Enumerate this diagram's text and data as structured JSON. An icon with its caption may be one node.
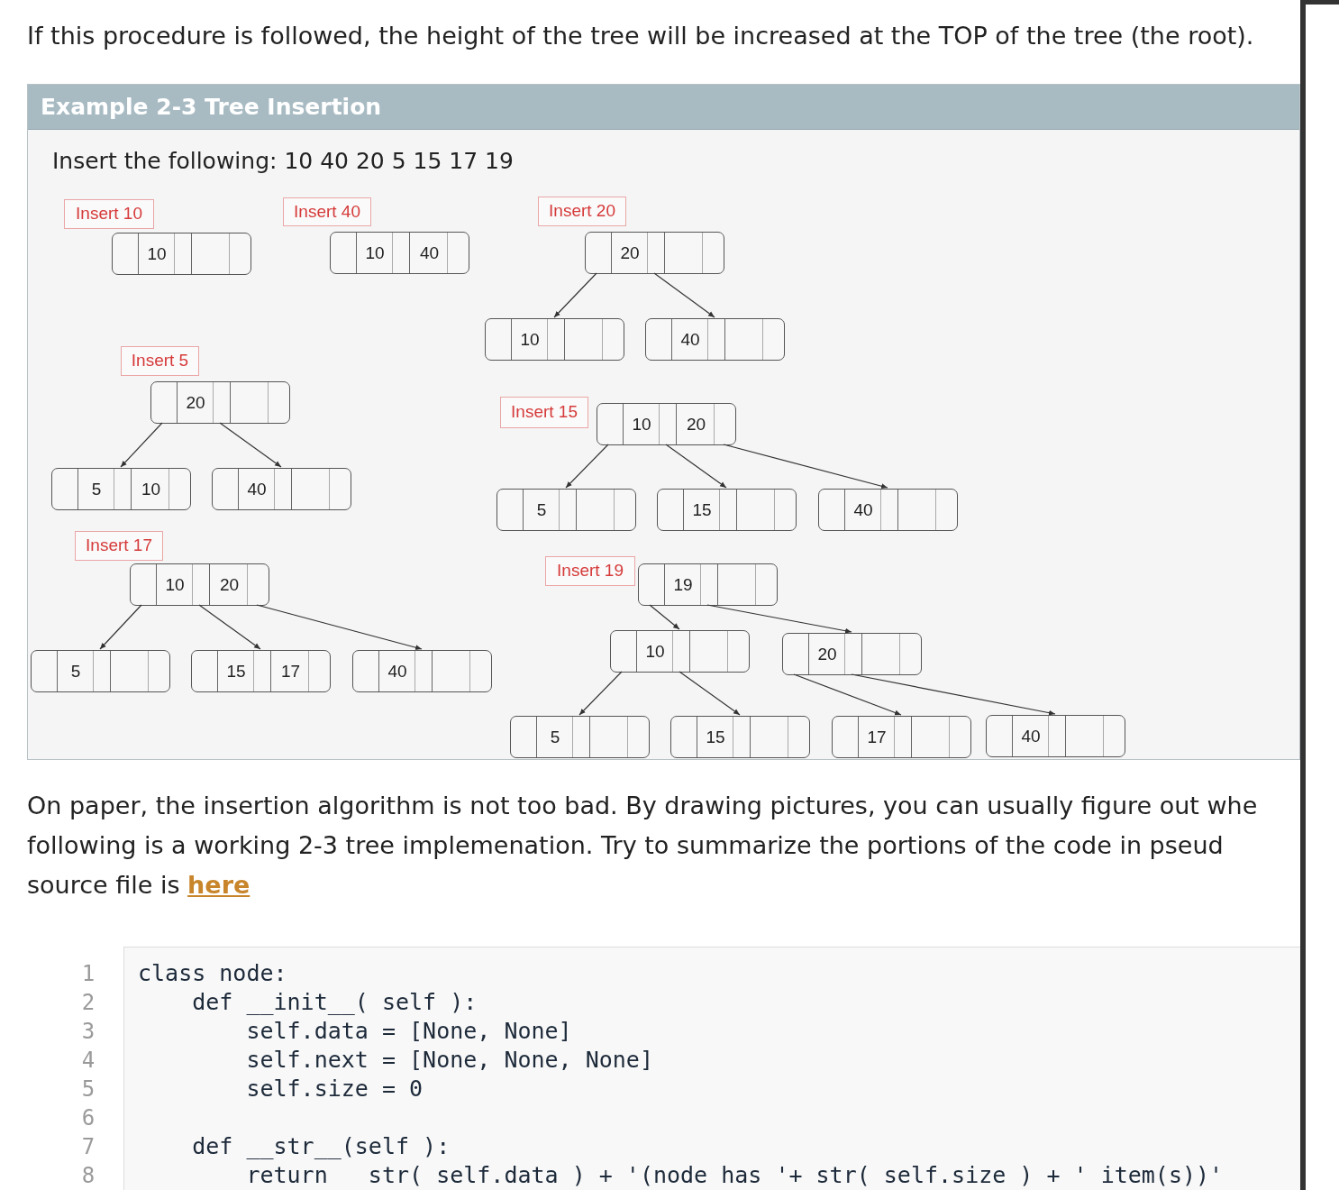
{
  "diagram": {
    "nodes": [
      {
        "text": [
          "Example 2-3 Tree Insertion",
          "Insert the following: 10 40 20 5 15 17 19"
        ]
      },
      {
        "text": [
          "Insert 10"
        ],
        "in": 0
      },
      {
        "text": [
          "10"
        ],
        "in": 0
      },
      {
        "text": [
          "Insert 40"
        ],
        "in": 0
      },
      {
        "text": [
          "10",
          "40"
        ],
        "in": 0
      },
      {
        "text": [
          "Insert 20"
        ],
        "in": 0
      },
      {
        "text": [
          "20"
        ],
        "in": 0
      },
      {
        "text": [
          "10"
        ],
        "in": 0
      },
      {
        "text": [
          "40"
        ],
        "in": 0
      },
      {
        "text": [
          "Insert 5"
        ],
        "in": 0
      },
      {
        "text": [
          "20"
        ],
        "in": 0
      },
      {
        "text": [
          "5",
          "10"
        ],
        "in": 0
      },
      {
        "text": [
          "40"
        ],
        "in": 0
      },
      {
        "text": [
          "Insert 15"
        ],
        "in": 0
      },
      {
        "text": [
          "10",
          "20"
        ],
        "in": 0
      },
      {
        "text": [
          "5"
        ],
        "in": 0
      },
      {
        "text": [
          "15"
        ],
        "in": 0
      },
      {
        "text": [
          "40"
        ],
        "in": 0
      },
      {
        "text": [
          "Insert 17"
        ],
        "in": 0
      },
      {
        "text": [
          "10",
          "20"
        ],
        "in": 0
      },
      {
        "text": [
          "5"
        ],
        "in": 0
      },
      {
        "text": [
          "15",
          "17"
        ],
        "in": 0
      },
      {
        "text": [
          "40"
        ],
        "in": 0
      },
      {
        "text": [
          "Insert 19"
        ],
        "in": 0
      },
      {
        "text": [
          "19"
        ],
        "in": 0
      },
      {
        "text": [
          "10"
        ],
        "in": 0
      },
      {
        "text": [
          "20"
        ],
        "in": 0
      },
      {
        "text": [
          "5"
        ],
        "in": 0
      },
      {
        "text": [
          "15"
        ],
        "in": 0
      },
      {
        "text": [
          "17"
        ],
        "in": 0
      },
      {
        "text": [
          "40"
        ],
        "in": 0
      }
    ],
    "edges": [
      {
        "from": 6,
        "to": 7,
        "arrow": "to"
      },
      {
        "from": 6,
        "to": 8,
        "arrow": "to"
      },
      {
        "from": 10,
        "to": 11,
        "arrow": "to"
      },
      {
        "from": 10,
        "to": 12,
        "arrow": "to"
      },
      {
        "from": 14,
        "to": 15,
        "arrow": "to"
      },
      {
        "from": 14,
        "to": 16,
        "arrow": "to"
      },
      {
        "from": 14,
        "to": 17,
        "arrow": "to"
      },
      {
        "from": 19,
        "to": 20,
        "arrow": "to"
      },
      {
        "from": 19,
        "to": 21,
        "arrow": "to"
      },
      {
        "from": 19,
        "to": 22,
        "arrow": "to"
      },
      {
        "from": 24,
        "to": 25,
        "arrow": "to"
      },
      {
        "from": 24,
        "to": 26,
        "arrow": "to"
      },
      {
        "from": 25,
        "to": 27,
        "arrow": "to"
      },
      {
        "from": 25,
        "to": 28,
        "arrow": "to"
      },
      {
        "from": 26,
        "to": 29,
        "arrow": "to"
      },
      {
        "from": 26,
        "to": 30,
        "arrow": "to"
      }
    ],
    "labels": [
      "If this procedure is followed, the height of the tree will be increased at the TOP of the tree (the root).",
      "On paper, the insertion algorithm is not too bad. By drawing pictures, you can usually figure out whe following is a working 2-3 tree implemenation. Try to summarize the portions of the code in pseud source file is",
      "here",
      "1",
      "2",
      "3",
      "4",
      "5",
      "6",
      "7",
      "8",
      "class node:",
      "    def __init__( self ):",
      "        self.data = [None, None]",
      "        self.next = [None, None, None]",
      "        self.size = 0",
      "    def __str__(self ):",
      "        return   str( self.data ) + '(node has '+ str( self.size ) + ' item(s))'"
    ]
  }
}
